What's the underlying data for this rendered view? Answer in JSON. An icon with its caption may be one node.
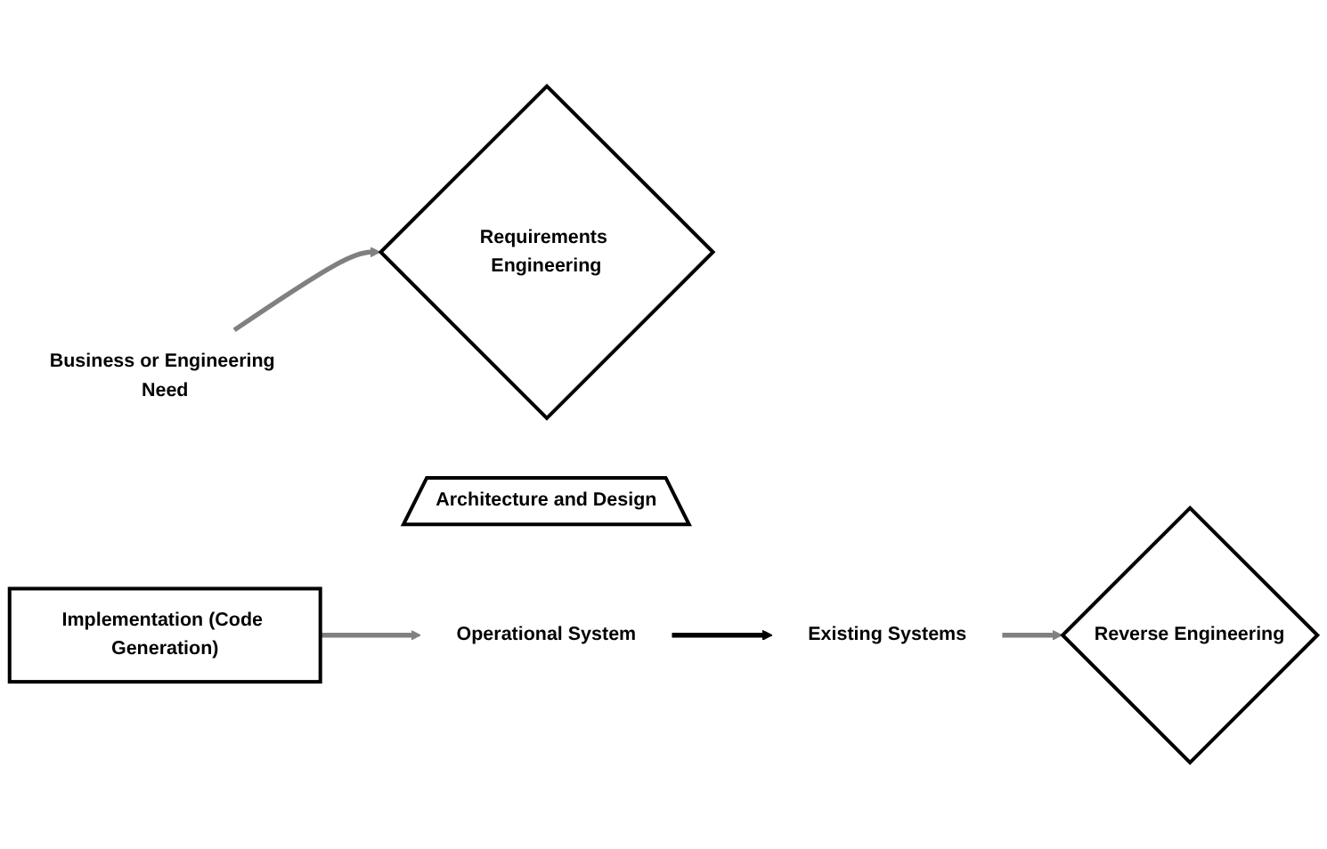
{
  "diagram": {
    "nodes": [
      {
        "text": [
          "Business or Engineering Need"
        ]
      },
      {
        "text": [
          "Requirements Engineering"
        ]
      },
      {
        "text": [
          "Reverse Engineering"
        ]
      },
      {
        "text": [
          "Existing Systems"
        ]
      },
      {
        "text": [
          "Architecture and Design"
        ]
      },
      {
        "text": [
          "Implementation (Code Generation)"
        ]
      },
      {
        "text": [
          "Operational System"
        ]
      }
    ],
    "edges": [
      {
        "from": 0,
        "to": 1,
        "arrow": "to"
      },
      {
        "from": 3,
        "to": 2,
        "arrow": "to"
      },
      {
        "from": 5,
        "to": 6,
        "arrow": "to"
      },
      {
        "from": 6,
        "to": 3,
        "arrow": "to",
        "color": "#000000"
      }
    ]
  }
}
